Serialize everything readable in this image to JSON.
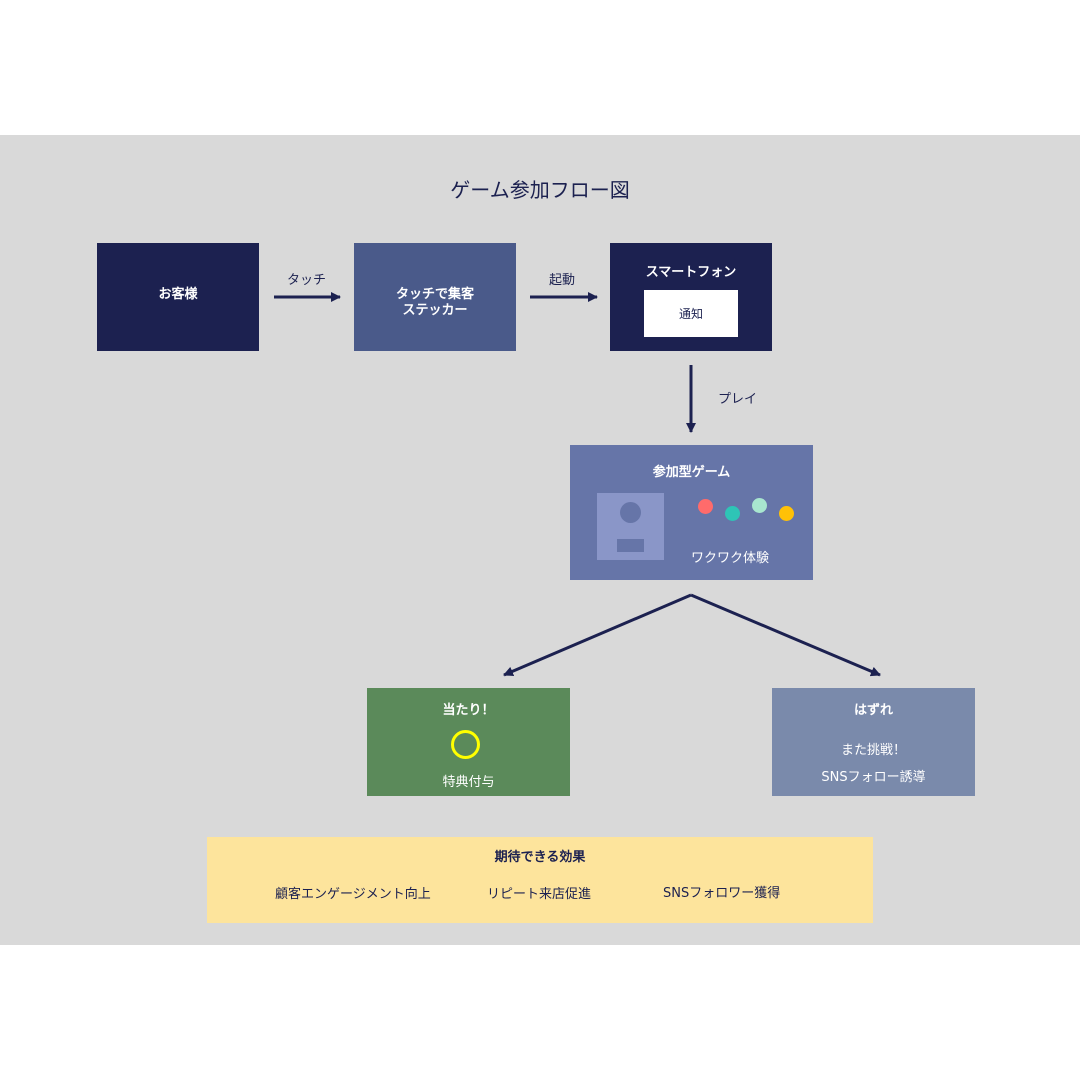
{
  "title": "ゲーム参加フロー図",
  "nodes": {
    "customer": {
      "label": "お客様"
    },
    "sticker": {
      "label_line1": "タッチで集客",
      "label_line2": "ステッカー"
    },
    "smartphone": {
      "label": "スマートフォン",
      "notification": "通知"
    },
    "game": {
      "label": "参加型ゲーム",
      "caption": "ワクワク体験"
    },
    "win": {
      "label": "当たり！",
      "caption": "特典付与"
    },
    "lose": {
      "label": "はずれ",
      "line1": "また挑戦！",
      "line2": "SNSフォロー誘導"
    }
  },
  "edges": {
    "touch": "タッチ",
    "launch": "起動",
    "play": "プレイ"
  },
  "effects": {
    "title": "期待できる効果",
    "items": [
      "顧客エンゲージメント向上",
      "リピート来店促進",
      "SNSフォロワー獲得"
    ]
  },
  "colors": {
    "navy": "#1c2150",
    "slate": "#4a5a8a",
    "game": "#6675a8",
    "win": "#5b8a5a",
    "lose": "#7a8aab",
    "effects": "#fde49c",
    "win_ring": "#ffff00",
    "dot_colors": [
      "#ff6b6b",
      "#2ec4b6",
      "#a8e6cf",
      "#ffc107"
    ]
  }
}
